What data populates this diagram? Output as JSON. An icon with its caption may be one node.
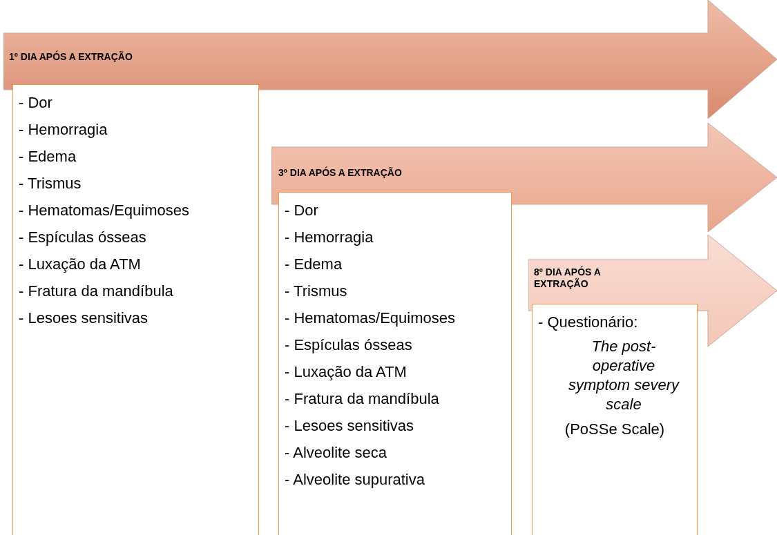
{
  "diagram": {
    "nodes": [
      {
        "text": [
          "1º DIA APÓS A EXTRAÇÃO"
        ]
      },
      {
        "text": [
          "- Dor",
          "- Hemorragia",
          "- Edema",
          "- Trismus",
          "- Hematomas/Equimoses",
          "- Espículas ósseas",
          "- Luxação da ATM",
          "- Fratura da mandíbula",
          "- Lesoes sensitivas"
        ]
      },
      {
        "text": [
          "3º DIA APÓS A EXTRAÇÃO"
        ]
      },
      {
        "text": [
          "- Dor",
          "- Hemorragia",
          "- Edema",
          "- Trismus",
          "- Hematomas/Equimoses",
          "- Espículas ósseas",
          "- Luxação da ATM",
          "- Fratura da mandíbula",
          "- Lesoes sensitivas",
          "- Alveolite seca",
          "- Alveolite supurativa"
        ]
      },
      {
        "text": [
          "8º DIA APÓS A EXTRAÇÃO"
        ]
      },
      {
        "text": [
          "- Questionário:",
          "The post-operative symptom severy scale",
          "(PoSSe Scale)"
        ]
      }
    ]
  }
}
